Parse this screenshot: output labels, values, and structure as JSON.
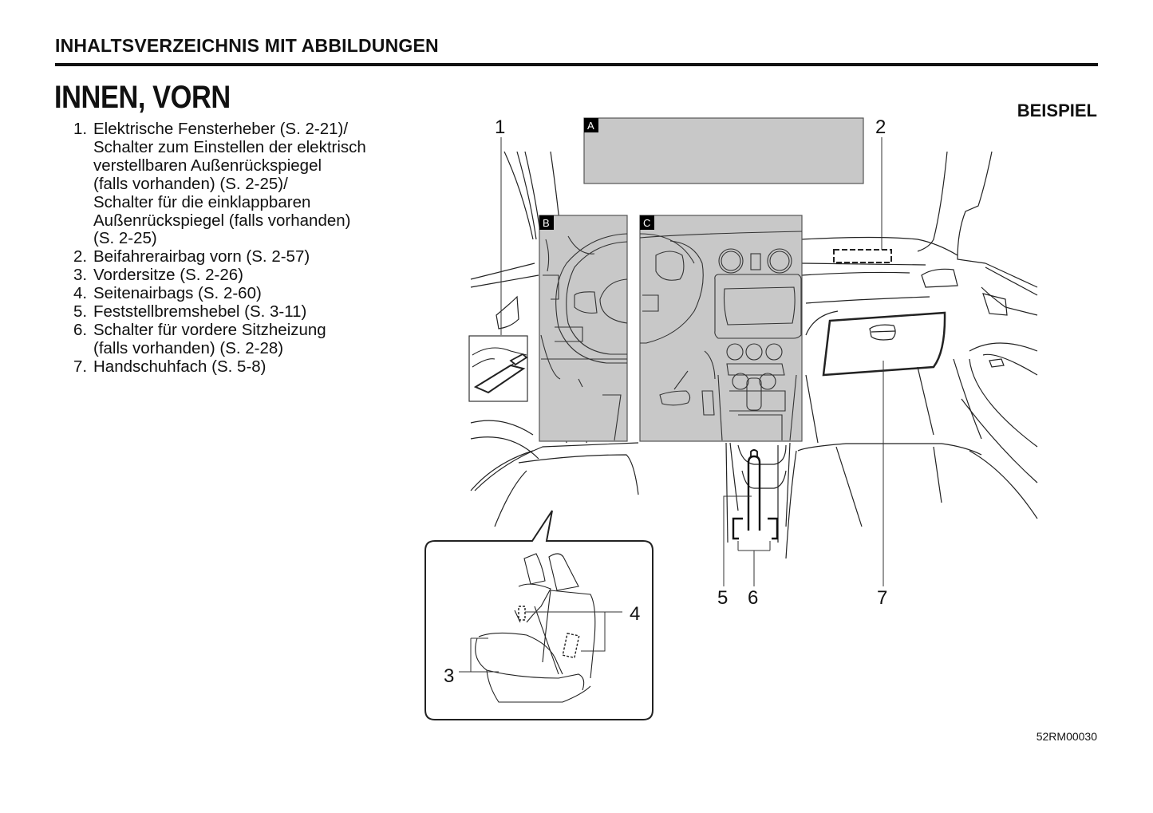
{
  "header": {
    "section_title": "INHALTSVERZEICHNIS MIT ABBILDUNGEN",
    "page_title": "INNEN, VORN",
    "example_label": "BEISPIEL"
  },
  "legend": [
    {
      "number": "1.",
      "text": "Elektrische Fensterheber (S. 2-21)/\nSchalter zum Einstellen der elektrisch\nverstellbaren Außenrückspiegel\n(falls vorhanden) (S. 2-25)/\nSchalter für die einklappbaren\nAußenrückspiegel (falls vorhanden)\n(S. 2-25)"
    },
    {
      "number": "2.",
      "text": "Beifahrerairbag vorn (S. 2-57)"
    },
    {
      "number": "3.",
      "text": "Vordersitze (S. 2-26)"
    },
    {
      "number": "4.",
      "text": "Seitenairbags (S. 2-60)"
    },
    {
      "number": "5.",
      "text": "Feststellbremshebel (S. 3-11)"
    },
    {
      "number": "6.",
      "text": "Schalter für vordere Sitzheizung\n (falls vorhanden) (S. 2-28)"
    },
    {
      "number": "7.",
      "text": "Handschuhfach (S. 5-8)"
    }
  ],
  "figure": {
    "callouts": [
      "1",
      "2",
      "3",
      "4",
      "5",
      "6",
      "7"
    ],
    "area_tags": [
      "A",
      "B",
      "C"
    ],
    "figure_code": "52RM00030",
    "colors": {
      "highlight_area": "#c8c8c8",
      "line": "#222222",
      "tag_background": "#000000"
    }
  }
}
